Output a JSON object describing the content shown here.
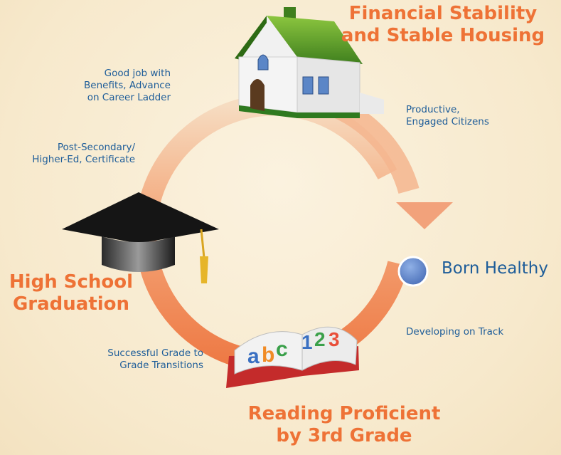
{
  "milestones": {
    "financial": {
      "line1": "Financial Stability",
      "line2": "and Stable Housing"
    },
    "born": "Born Healthy",
    "reading": {
      "line1": "Reading Proficient",
      "line2": "by 3rd Grade"
    },
    "graduation": {
      "line1": "High School",
      "line2": "Graduation"
    }
  },
  "transitions": {
    "job": {
      "line1": "Good job with",
      "line2": "Benefits, Advance",
      "line3": "on Career Ladder"
    },
    "productive": {
      "line1": "Productive,",
      "line2": "Engaged Citizens"
    },
    "postsecondary": {
      "line1": "Post-Secondary/",
      "line2": "Higher-Ed, Certificate"
    },
    "developing": "Developing on Track",
    "grade": {
      "line1": "Successful Grade to",
      "line2": "Grade Transitions"
    }
  },
  "book_text": {
    "letters": [
      "a",
      "b",
      "c",
      "1",
      "2",
      "3"
    ]
  },
  "icons": {
    "house": "house-icon",
    "cap": "graduation-cap-icon",
    "book": "book-icon",
    "dot": "circle-dot-icon",
    "arrow": "arrowhead-icon"
  },
  "colors": {
    "accent_orange": "#ee7236",
    "text_blue": "#1e5d99",
    "dot_blue": "#5b82c8",
    "background": "#f8ecd2"
  }
}
